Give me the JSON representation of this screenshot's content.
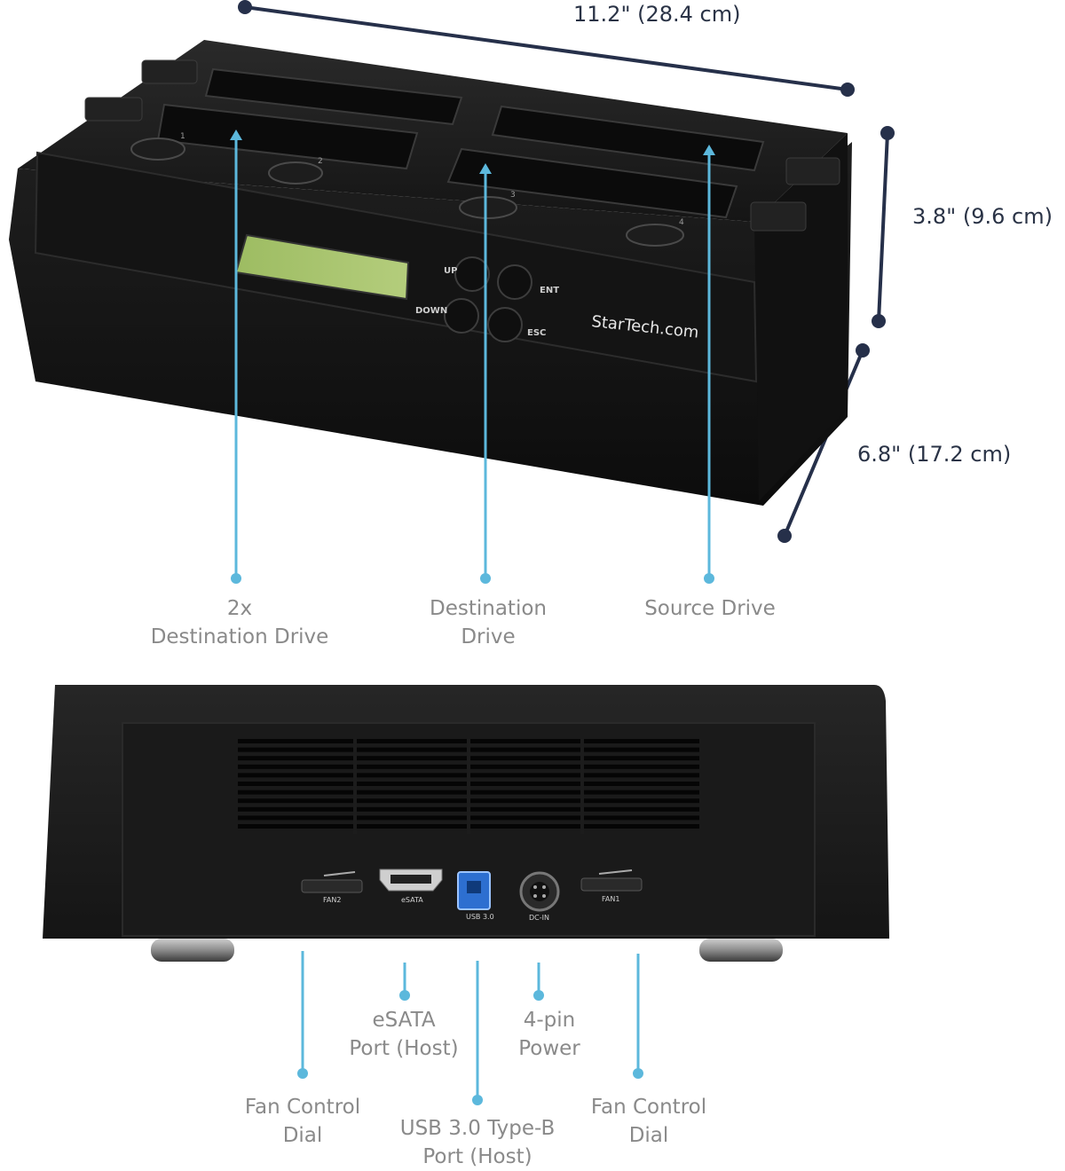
{
  "dimensions": {
    "width": "11.2\" (28.4 cm)",
    "height": "3.8\" (9.6 cm)",
    "depth": "6.8\" (17.2 cm)"
  },
  "front_labels": {
    "two_destination": [
      "2x",
      "Destination Drive"
    ],
    "destination": [
      "Destination",
      "Drive"
    ],
    "source": [
      "Source Drive"
    ]
  },
  "front_panel": {
    "brand": "StarTech.com",
    "buttons": {
      "up": "UP",
      "down": "DOWN",
      "ent": "ENT",
      "esc": "ESC"
    },
    "bay_numbers": [
      "1",
      "2",
      "3",
      "4"
    ]
  },
  "rear_panel": {
    "port_labels": {
      "fan2": "FAN2",
      "esata": "eSATA",
      "usb": "USB 3.0",
      "dcin": "DC-IN",
      "fan1": "FAN1"
    }
  },
  "rear_labels": {
    "fan_left": [
      "Fan Control",
      "Dial"
    ],
    "esata": [
      "eSATA",
      "Port (Host)"
    ],
    "usb": [
      "USB 3.0 Type-B",
      "Port (Host)"
    ],
    "power": [
      "4-pin",
      "Power"
    ],
    "fan_right": [
      "Fan Control",
      "Dial"
    ]
  },
  "colors": {
    "accent_line": "#5cb8dc",
    "dimension_line": "#26304a",
    "label_text": "#8a8a8a",
    "lcd": "#a6c46c",
    "device_body": "#1a1a1a",
    "usb_port": "#2d6fd0"
  }
}
